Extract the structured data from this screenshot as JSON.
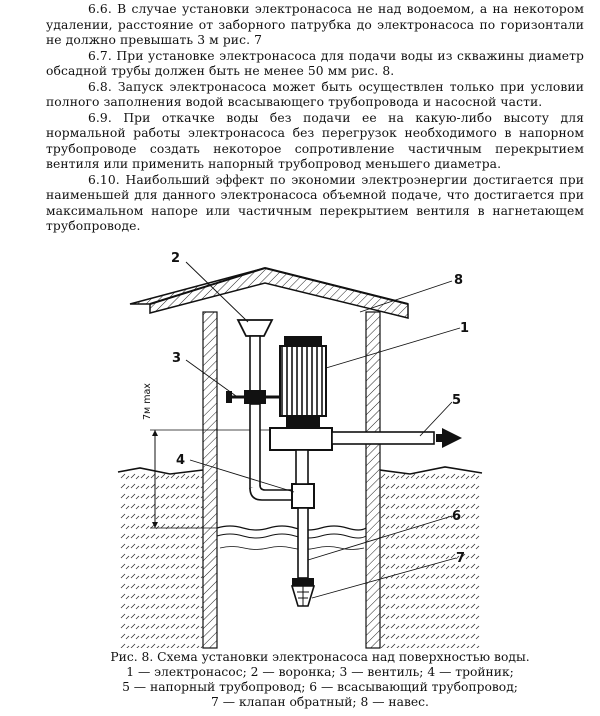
{
  "paragraphs": [
    {
      "number": "6.6.",
      "text": "В случае установки электронасоса не над водоемом, а на некотором удалении, расстояние от заборного патрубка до электронасоса по горизонтали не должно превышать 3 м рис. 7"
    },
    {
      "number": "6.7.",
      "text": "При установке электронасоса для подачи воды из скважины диаметр обсадной трубы должен быть не менее 50 мм рис. 8."
    },
    {
      "number": "6.8.",
      "text": "Запуск электронасоса может быть осуществлен только при условии полного заполнения водой всасывающего трубопровода и насосной части."
    },
    {
      "number": "6.9.",
      "text": "При откачке воды без подачи ее на какую-либо высоту для нормальной работы электронасоса без перегрузок необходимого в напорном трубопроводе создать некоторое сопротивление частичным перекрытием вентиля или применить напорный трубопровод меньшего диаметра."
    },
    {
      "number": "6.10.",
      "text": "Наибольший эффект по экономии электроэнергии достигается при наименьшей для данного электронасоса объемной подаче, что достигается при максимальном напоре или частичным перекрытием вентиля в нагнетающем трубопроводе."
    }
  ],
  "figure": {
    "labels": {
      "l1": "1",
      "l2": "2",
      "l3": "3",
      "l4": "4",
      "l5": "5",
      "l6": "6",
      "l7": "7",
      "l8": "8"
    },
    "height_mark": "7м max"
  },
  "caption": {
    "line1": "Рис. 8. Схема установки электронасоса над поверхностью воды.",
    "line2": "1 — электронасос; 2 — воронка; 3 — вентиль; 4 — тройник;",
    "line3": "5 — напорный трубопровод; 6 — всасывающий трубопровод;",
    "line4": "7 — клапан обратный; 8 — навес."
  }
}
